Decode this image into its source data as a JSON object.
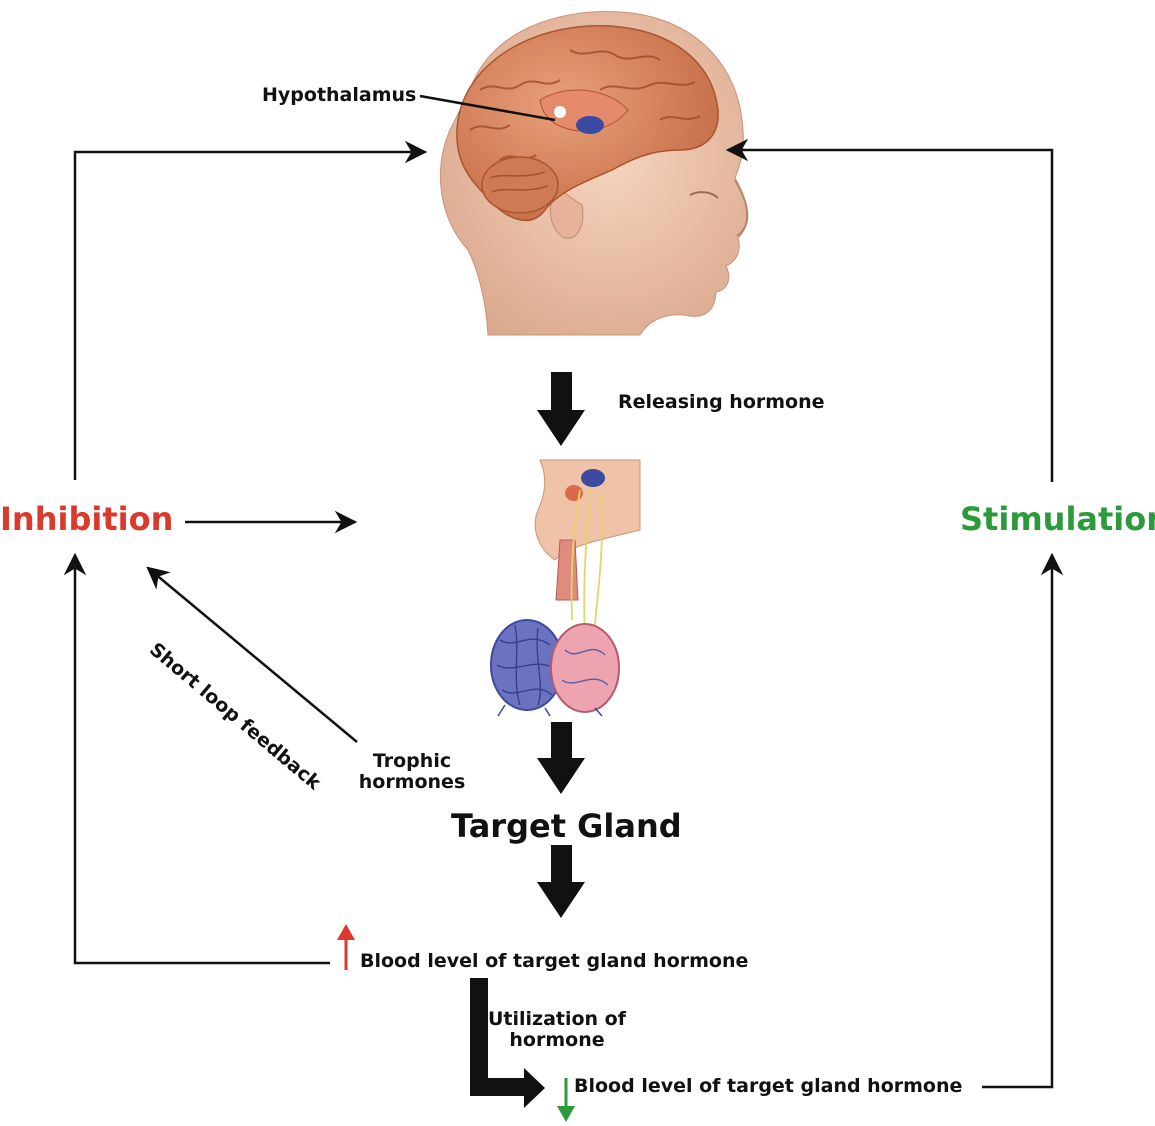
{
  "labels": {
    "hypothalamus": "Hypothalamus",
    "releasing_hormone": "Releasing hormone",
    "inhibition": "Inhibition",
    "stimulation": "Stimulation",
    "short_loop_feedback": "Short loop feedback",
    "trophic_line1": "Trophic",
    "trophic_line2": "hormones",
    "target_gland": "Target Gland",
    "blood_level_high": "Blood level of target gland hormone",
    "utilization_line1": "Utilization of",
    "utilization_line2": "hormone",
    "blood_level_low": "Blood level of target gland hormone"
  },
  "colors": {
    "inhibition": "#d93a2b",
    "stimulation": "#2a9a3a",
    "up_arrow": "#d93a2b",
    "down_arrow": "#2a9a3a",
    "lines": "#111111",
    "skin": "#f0c3a8",
    "brain": "#d9845a",
    "gland_blue": "#3b4aa0",
    "gland_pink": "#e79aa8"
  },
  "icons": {
    "head": "head-brain-illustration",
    "pituitary": "pituitary-gland-illustration",
    "up": "arrow-up-icon",
    "down": "arrow-down-icon"
  }
}
